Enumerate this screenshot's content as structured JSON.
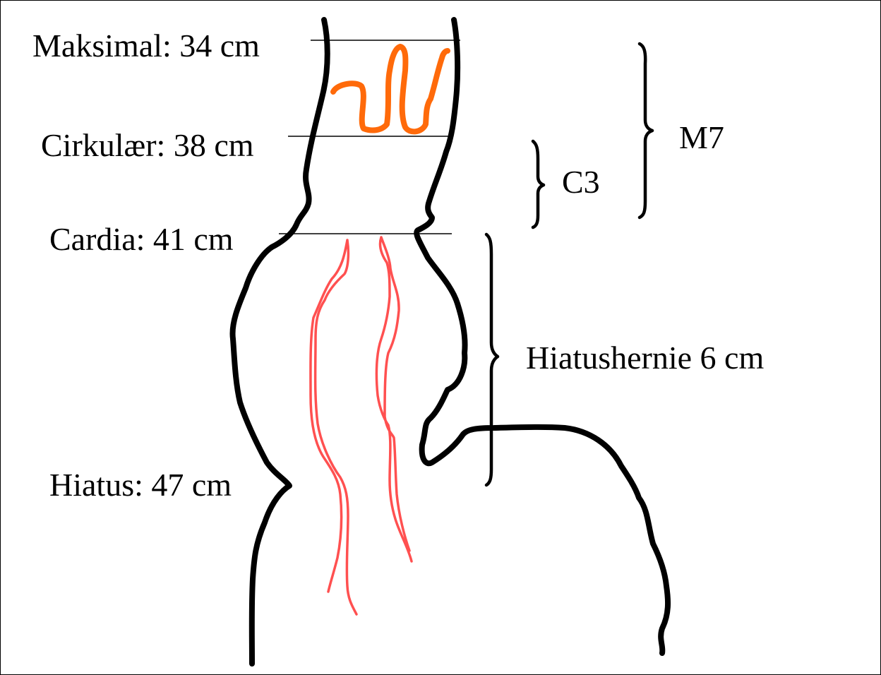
{
  "labels": {
    "maximal": "Maksimal: 34 cm",
    "circular": "Cirkulær: 38 cm",
    "cardia": "Cardia: 41 cm",
    "hiatus": "Hiatus: 47 cm",
    "c_grade": "C3",
    "m_grade": "M7",
    "hernia": "Hiatushernie 6 cm"
  },
  "colors": {
    "outline": "#000000",
    "barrett_tongue": "#ff6a0a",
    "gastric_folds": "#ff5050"
  }
}
